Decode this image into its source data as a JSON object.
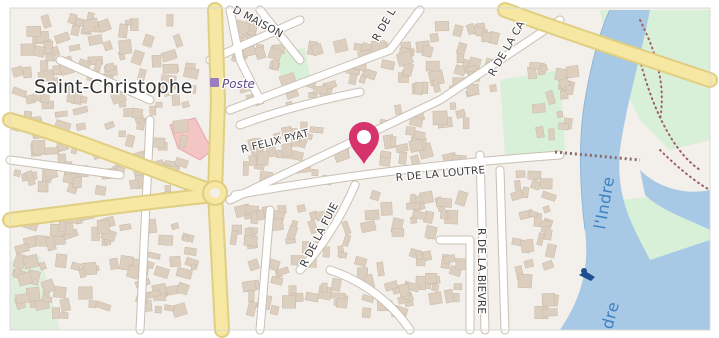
{
  "map": {
    "place_name": "Saint-Christophe",
    "poi_label": "Poste",
    "streets": {
      "maison": "D MAISON",
      "r_de_top": "R DE L",
      "r_de_la_cat": "R DE LA CA",
      "felix_pyat": "R FELIX PYAT",
      "loutre": "R DE LA LOUTRE",
      "fuie": "R DE LA FUIE",
      "bievre": "R DE LA BIEVRE"
    },
    "water": {
      "river_label": "l'Indre",
      "river_label_partial": "dre"
    },
    "marker": {
      "icon": "map-pin-icon",
      "color": "#d6336c"
    },
    "colors": {
      "land": "#f3efea",
      "building": "#dccfc0",
      "road_major": "#f6e7a2",
      "road_minor": "#ffffff",
      "water": "#a7c9e6",
      "park": "#d8efd8",
      "hospital": "#f3c5c5"
    }
  }
}
